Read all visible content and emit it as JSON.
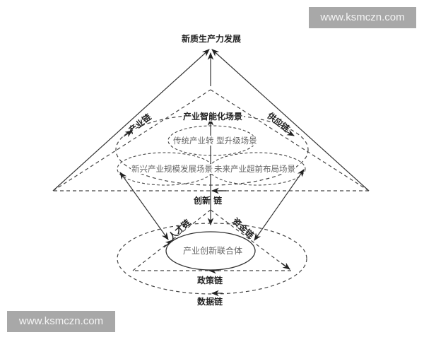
{
  "diagram": {
    "title": "新质生产力发展",
    "chains": {
      "industry": "产业链",
      "supply": "供应链",
      "innovation": "创新 链",
      "talent": "人才链",
      "capital": "资金链",
      "policy": "政策链",
      "data": "数据链"
    },
    "scenes": {
      "main": "产业智能化场景",
      "traditional": "传统产业转 型升级场景",
      "emerging": "新兴产业规模发展场景",
      "future": "未来产业超前布局场景"
    },
    "core": "产业创新联合体"
  },
  "watermarks": {
    "top_right": "www.ksmczn.com",
    "bottom_left": "www.ksmczn.com"
  },
  "colors": {
    "line": "#333333",
    "dashed": "#444444",
    "watermark_bg": "#a8a8a8",
    "watermark_text": "#f4f4f4"
  }
}
